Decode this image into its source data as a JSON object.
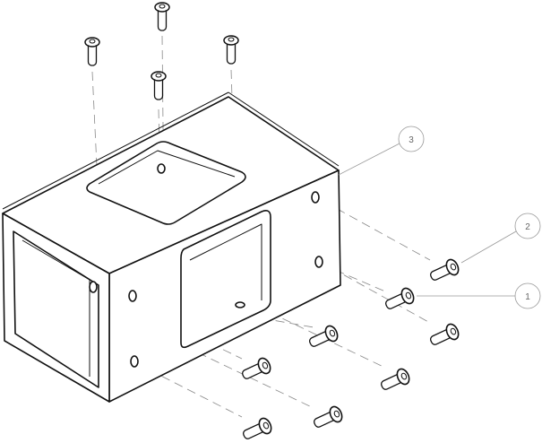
{
  "drawing": {
    "balloons": [
      {
        "label": "3",
        "target": "bracket-body"
      },
      {
        "label": "2",
        "target": "button-head-screw"
      },
      {
        "label": "1",
        "target": "button-head-screw"
      }
    ],
    "colors": {
      "line": "#111111",
      "leader": "#777777",
      "balloon": "#999999"
    }
  }
}
